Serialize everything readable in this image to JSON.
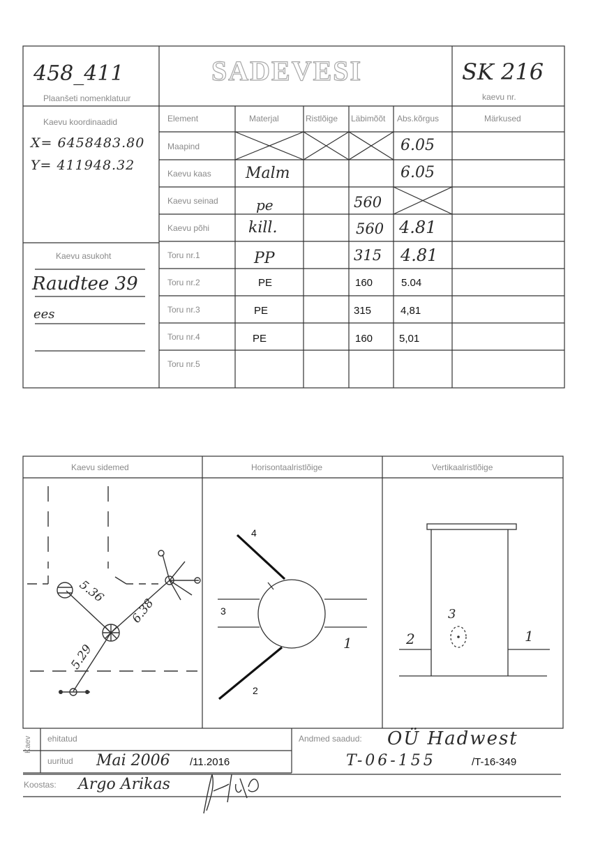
{
  "header": {
    "nomenclature_value": "458_411",
    "nomenclature_label": "Plaanšeti nomenklatuur",
    "title": "SADEVESI",
    "well_no_value": "SK 216",
    "well_no_label": "kaevu nr."
  },
  "coordinates": {
    "label": "Kaevu koordinaadid",
    "x": "X= 6458483.80",
    "y": "Y= 411948.32"
  },
  "location": {
    "label": "Kaevu asukoht",
    "line1": "Raudtee 39",
    "line2": "ees"
  },
  "table": {
    "headers": [
      "Element",
      "Materjal",
      "Ristlõige",
      "Läbimõõt",
      "Abs.kõrgus",
      "Märkused"
    ],
    "rows": [
      {
        "element": "Maapind",
        "material": "",
        "cross": "",
        "diameter": "",
        "height": "6.05",
        "notes": ""
      },
      {
        "element": "Kaevu kaas",
        "material": "Malm",
        "cross": "",
        "diameter": "",
        "height": "6.05",
        "notes": ""
      },
      {
        "element": "Kaevu seinad",
        "material": "pe",
        "cross": "",
        "diameter": "560",
        "height": "",
        "notes": ""
      },
      {
        "element": "Kaevu põhi",
        "material": "kill.",
        "cross": "",
        "diameter": "560",
        "height": "4.81",
        "notes": ""
      },
      {
        "element": "Toru nr.1",
        "material": "PP",
        "cross": "",
        "diameter": "315",
        "height": "4.81",
        "notes": ""
      },
      {
        "element": "Toru nr.2",
        "material": "PE",
        "cross": "",
        "diameter": "160",
        "height": "5.04",
        "notes": ""
      },
      {
        "element": "Toru nr.3",
        "material": "PE",
        "cross": "",
        "diameter": "315",
        "height": "4,81",
        "notes": ""
      },
      {
        "element": "Toru nr.4",
        "material": "PE",
        "cross": "",
        "diameter": "160",
        "height": "5,01",
        "notes": ""
      },
      {
        "element": "Toru nr.5",
        "material": "",
        "cross": "",
        "diameter": "",
        "height": "",
        "notes": ""
      }
    ]
  },
  "sketches": {
    "connections_label": "Kaevu sidemed",
    "horizontal_label": "Horisontaalristlõige",
    "vertical_label": "Vertikaalristlõige",
    "dist_1": "5.36",
    "dist_2": "6.38",
    "dist_3": "5.29",
    "h_pipe_4": "4",
    "h_pipe_3": "3",
    "h_pipe_1": "1",
    "h_pipe_2": "2",
    "v_pipe_3": "3",
    "v_pipe_2": "2",
    "v_pipe_1": "1"
  },
  "footer": {
    "side_label": "Kaev",
    "built_label": "ehitatud",
    "surveyed_label": "uuritud",
    "surveyed_value": "Mai 2006",
    "surveyed_extra": "/11.2016",
    "data_label": "Andmed saadud:",
    "data_value": "OÜ Hadwest",
    "data_code": "T-06-155",
    "data_code_extra": "/T-16-349",
    "compiled_label": "Koostas:",
    "compiled_value": "Argo Arikas"
  }
}
